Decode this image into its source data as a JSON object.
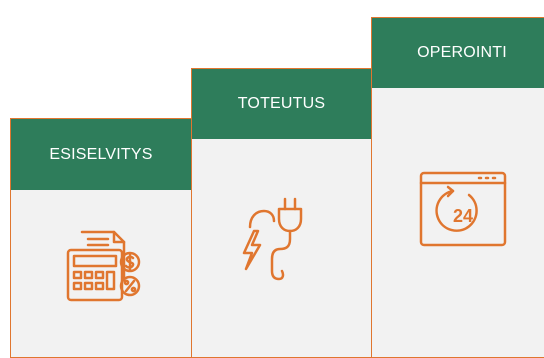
{
  "steps": [
    {
      "label": "ESISELVITYS",
      "icon": "calculator-icon"
    },
    {
      "label": "TOTEUTUS",
      "icon": "power-plug-icon"
    },
    {
      "label": "OPEROINTI",
      "icon": "service-24h-icon"
    }
  ],
  "badge_24": "24",
  "colors": {
    "header": "#2e7d5b",
    "accent": "#e0762f",
    "panel": "#f2f2f2"
  }
}
